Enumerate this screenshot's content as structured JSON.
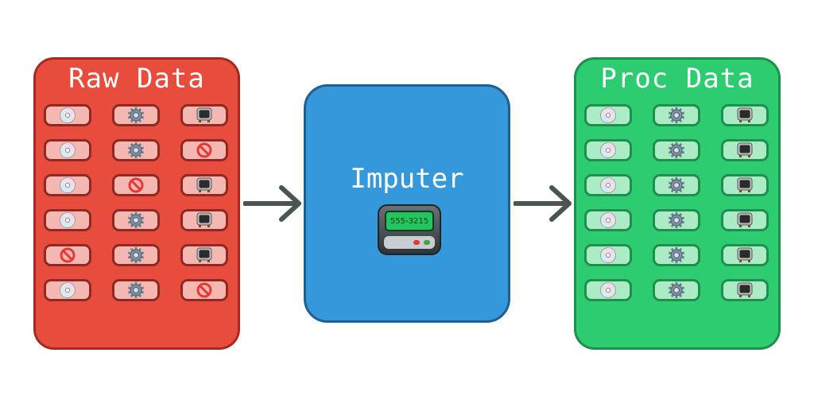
{
  "panels": {
    "raw_title": "Raw Data",
    "proc_title": "Proc Data",
    "imputer_title": "Imputer",
    "pager_display": "555-3215"
  },
  "raw_grid": [
    [
      "disc-icon",
      "gear-icon",
      "tv-icon"
    ],
    [
      "disc-icon",
      "gear-icon",
      "prohibited-icon"
    ],
    [
      "disc-icon",
      "prohibited-icon",
      "tv-icon"
    ],
    [
      "disc-icon",
      "gear-icon",
      "tv-icon"
    ],
    [
      "prohibited-icon",
      "gear-icon",
      "tv-icon"
    ],
    [
      "disc-icon",
      "gear-icon",
      "prohibited-icon"
    ]
  ],
  "proc_grid": [
    [
      "disc-icon",
      "gear-icon",
      "tv-icon"
    ],
    [
      "disc-icon",
      "gear-icon",
      "tv-icon"
    ],
    [
      "disc-icon",
      "gear-icon",
      "tv-icon"
    ],
    [
      "disc-icon",
      "gear-icon",
      "tv-icon"
    ],
    [
      "disc-icon",
      "gear-icon",
      "tv-icon"
    ],
    [
      "disc-icon",
      "gear-icon",
      "tv-icon"
    ]
  ],
  "colors": {
    "raw": "#e74c3c",
    "imputer": "#3498db",
    "proc": "#2ecc71",
    "arrow": "#4a5452"
  },
  "icons": {
    "center": "pager-icon",
    "arrows": "right-arrow-icon"
  }
}
